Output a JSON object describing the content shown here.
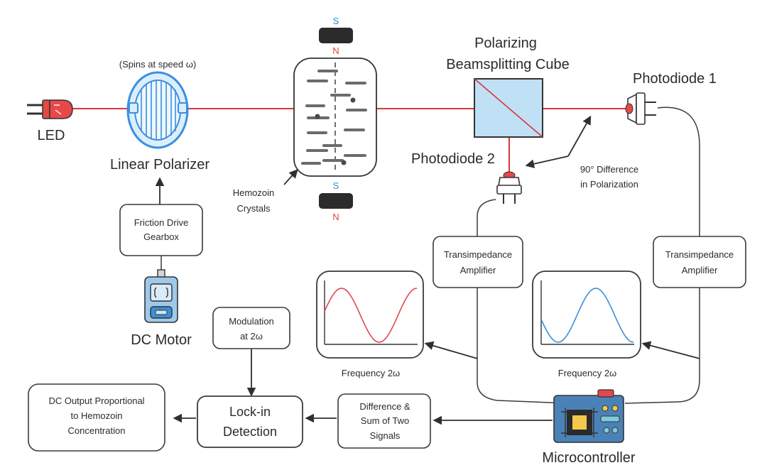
{
  "labels": {
    "led": "LED",
    "spins": "(Spins at speed ω)",
    "linear_polarizer": "Linear Polarizer",
    "magnet_top_pole_s": "S",
    "magnet_top_pole_n": "N",
    "magnet_bottom_pole_s": "S",
    "magnet_bottom_pole_n": "N",
    "hemozoin_line1": "Hemozoin",
    "hemozoin_line2": "Crystals",
    "pbs_line1": "Polarizing",
    "pbs_line2": "Beamsplitting Cube",
    "photodiode1": "Photodiode 1",
    "photodiode2": "Photodiode 2",
    "diff90_line1": "90° Difference",
    "diff90_line2": "in Polarization",
    "dc_motor": "DC Motor",
    "microcontroller": "Microcontroller",
    "freq_left": "Frequency 2ω",
    "freq_right": "Frequency 2ω"
  },
  "boxes": {
    "friction_line1": "Friction Drive",
    "friction_line2": "Gearbox",
    "tia_left_line1": "Transimpedance",
    "tia_left_line2": "Amplifier",
    "tia_right_line1": "Transimpedance",
    "tia_right_line2": "Amplifier",
    "modulation_line1": "Modulation",
    "modulation_line2": "at 2ω",
    "lockin_line1": "Lock-in",
    "lockin_line2": "Detection",
    "diffsum_line1": "Difference &",
    "diffsum_line2": "Sum of Two",
    "diffsum_line3": "Signals",
    "dcout_line1": "DC Output Proportional",
    "dcout_line2": "to Hemozoin",
    "dcout_line3": "Concentration"
  },
  "colors": {
    "beam": "#d9363e",
    "polarizer": "#3b8fe0",
    "magnet_s": "#2f8fc4",
    "magnet_n": "#e0453c",
    "wave_red": "#e0484d",
    "wave_blue": "#3b8fd6",
    "cube": "#bfe0f5"
  },
  "icons": [
    "led-icon",
    "polarizer-icon",
    "magnet-icon",
    "sample-chamber-icon",
    "beamsplitter-icon",
    "photodiode-icon",
    "dc-motor-icon",
    "microcontroller-icon"
  ]
}
